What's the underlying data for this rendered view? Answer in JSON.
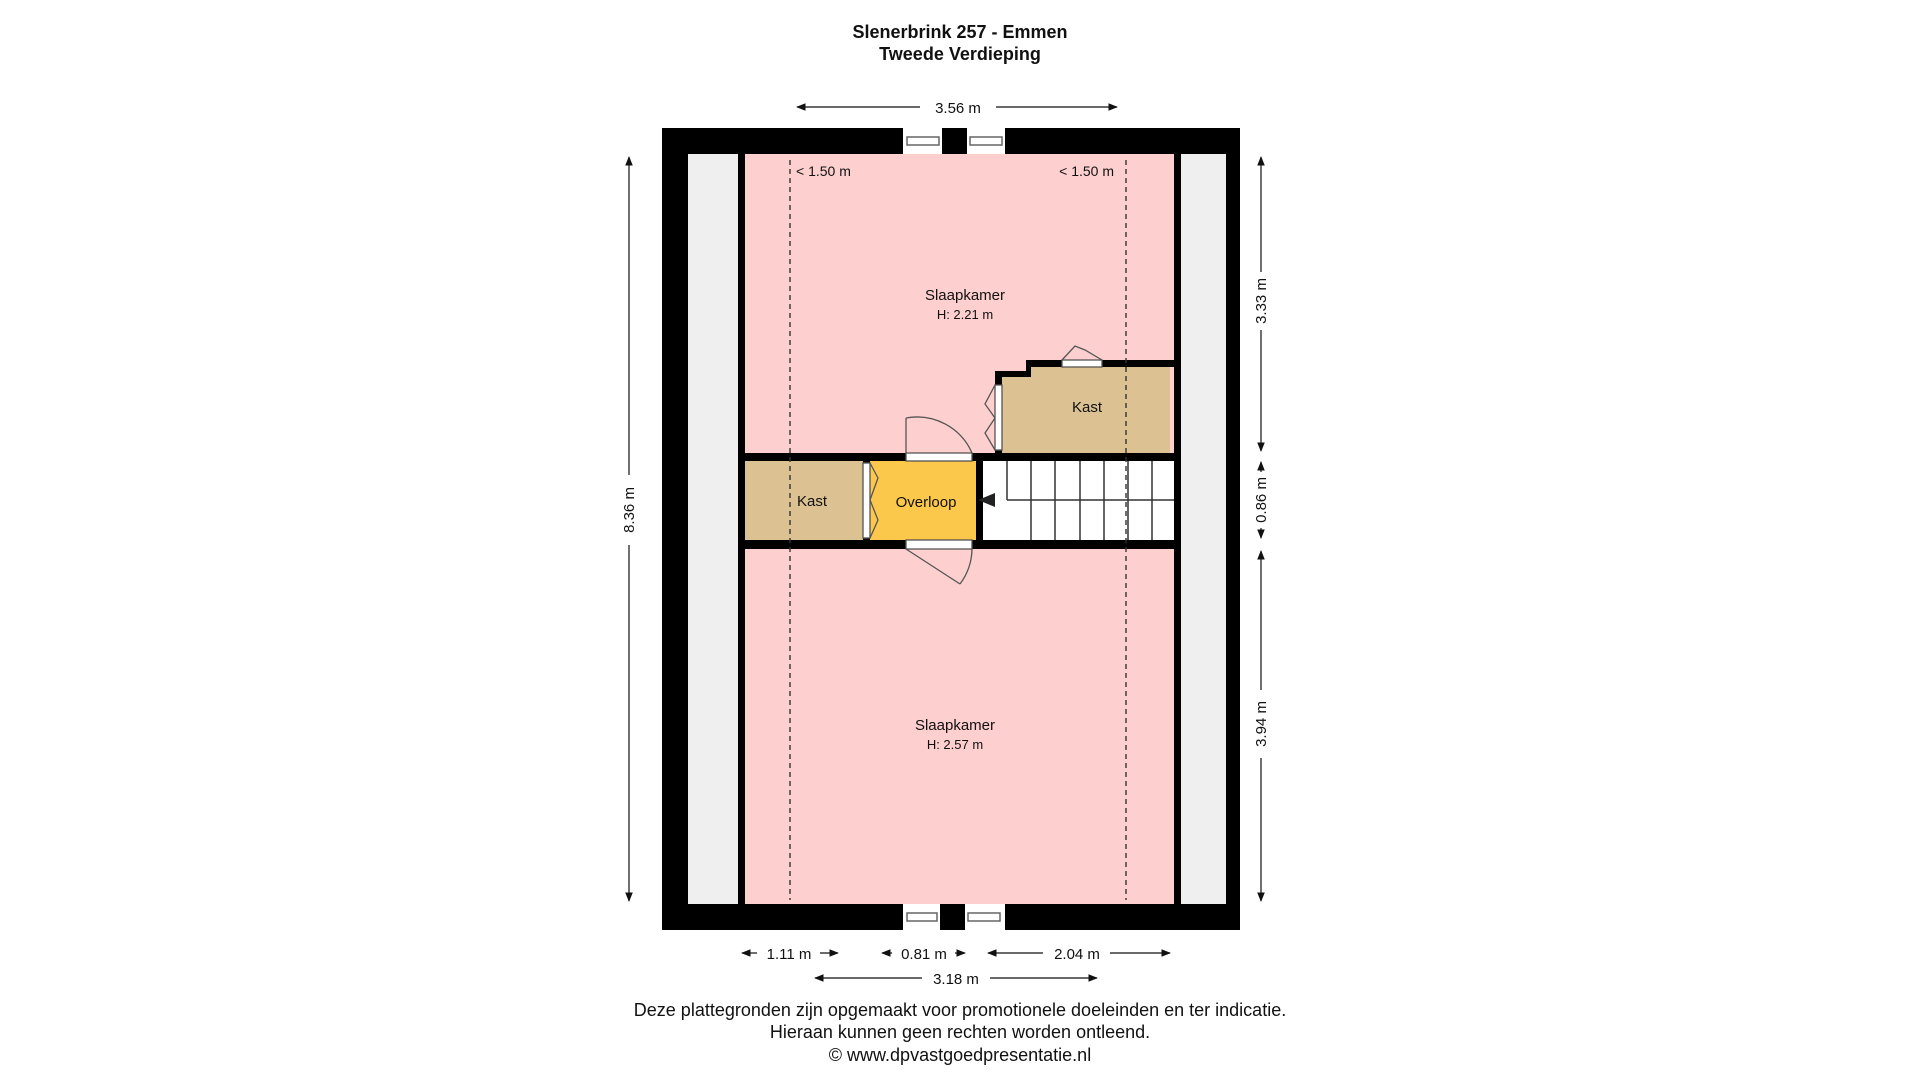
{
  "header": {
    "address": "Slenerbrink 257 - Emmen",
    "floor": "Tweede Verdieping"
  },
  "rooms": {
    "bedroom_top": {
      "name": "Slaapkamer",
      "height": "H: 2.21 m"
    },
    "closet_right": {
      "name": "Kast"
    },
    "closet_left": {
      "name": "Kast"
    },
    "landing": {
      "name": "Overloop"
    },
    "bedroom_bottom": {
      "name": "Slaapkamer",
      "height": "H: 2.57 m"
    }
  },
  "low_ceiling": {
    "left": "< 1.50 m",
    "right": "< 1.50 m"
  },
  "dimensions": {
    "top_width": "3.56 m",
    "left_height": "8.36 m",
    "right_top": "3.33 m",
    "right_middle": "0.86 m",
    "right_bottom": "3.94 m",
    "bottom_left": "1.11 m",
    "bottom_middle": "0.81 m",
    "bottom_right": "2.04 m",
    "bottom_total": "3.18 m"
  },
  "colors": {
    "bedroom": "#fdd0cf",
    "closet": "#dcc293",
    "landing": "#fbc84b",
    "wall": "#000000",
    "low_zone": "#efefef"
  },
  "footer": {
    "line1": "Deze plattegronden zijn opgemaakt voor promotionele doeleinden en ter indicatie.",
    "line2": "Hieraan kunnen geen rechten worden ontleend.",
    "line3": "© www.dpvastgoedpresentatie.nl"
  }
}
